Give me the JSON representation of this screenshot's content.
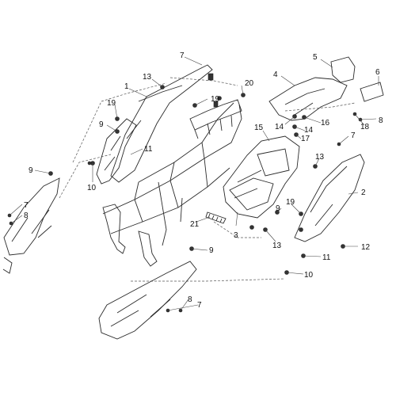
{
  "diagram": {
    "type": "exploded-parts-diagram",
    "callouts": [
      {
        "id": "c1",
        "label": "1"
      },
      {
        "id": "c2",
        "label": "2"
      },
      {
        "id": "c3",
        "label": "3"
      },
      {
        "id": "c4",
        "label": "4"
      },
      {
        "id": "c5",
        "label": "5"
      },
      {
        "id": "c6",
        "label": "6"
      },
      {
        "id": "c7a",
        "label": "7"
      },
      {
        "id": "c7b",
        "label": "7"
      },
      {
        "id": "c7c",
        "label": "7"
      },
      {
        "id": "c7d",
        "label": "7"
      },
      {
        "id": "c8a",
        "label": "8"
      },
      {
        "id": "c8b",
        "label": "8"
      },
      {
        "id": "c8c",
        "label": "8"
      },
      {
        "id": "c9a",
        "label": "9"
      },
      {
        "id": "c9b",
        "label": "9"
      },
      {
        "id": "c9c",
        "label": "9"
      },
      {
        "id": "c9d",
        "label": "9"
      },
      {
        "id": "c10a",
        "label": "10"
      },
      {
        "id": "c10b",
        "label": "10"
      },
      {
        "id": "c11a",
        "label": "11"
      },
      {
        "id": "c11b",
        "label": "11"
      },
      {
        "id": "c12",
        "label": "12"
      },
      {
        "id": "c13a",
        "label": "13"
      },
      {
        "id": "c13b",
        "label": "13"
      },
      {
        "id": "c13c",
        "label": "13"
      },
      {
        "id": "c14a",
        "label": "14"
      },
      {
        "id": "c14b",
        "label": "14"
      },
      {
        "id": "c15",
        "label": "15"
      },
      {
        "id": "c16",
        "label": "16"
      },
      {
        "id": "c17",
        "label": "17"
      },
      {
        "id": "c18",
        "label": "18"
      },
      {
        "id": "c19a",
        "label": "19"
      },
      {
        "id": "c19b",
        "label": "19"
      },
      {
        "id": "c19c",
        "label": "19"
      },
      {
        "id": "c20",
        "label": "20"
      },
      {
        "id": "c21",
        "label": "21"
      }
    ],
    "colors": {
      "outline": "#2a2a2a",
      "leader": "#444444",
      "label": "#111111",
      "background": "#ffffff"
    }
  }
}
